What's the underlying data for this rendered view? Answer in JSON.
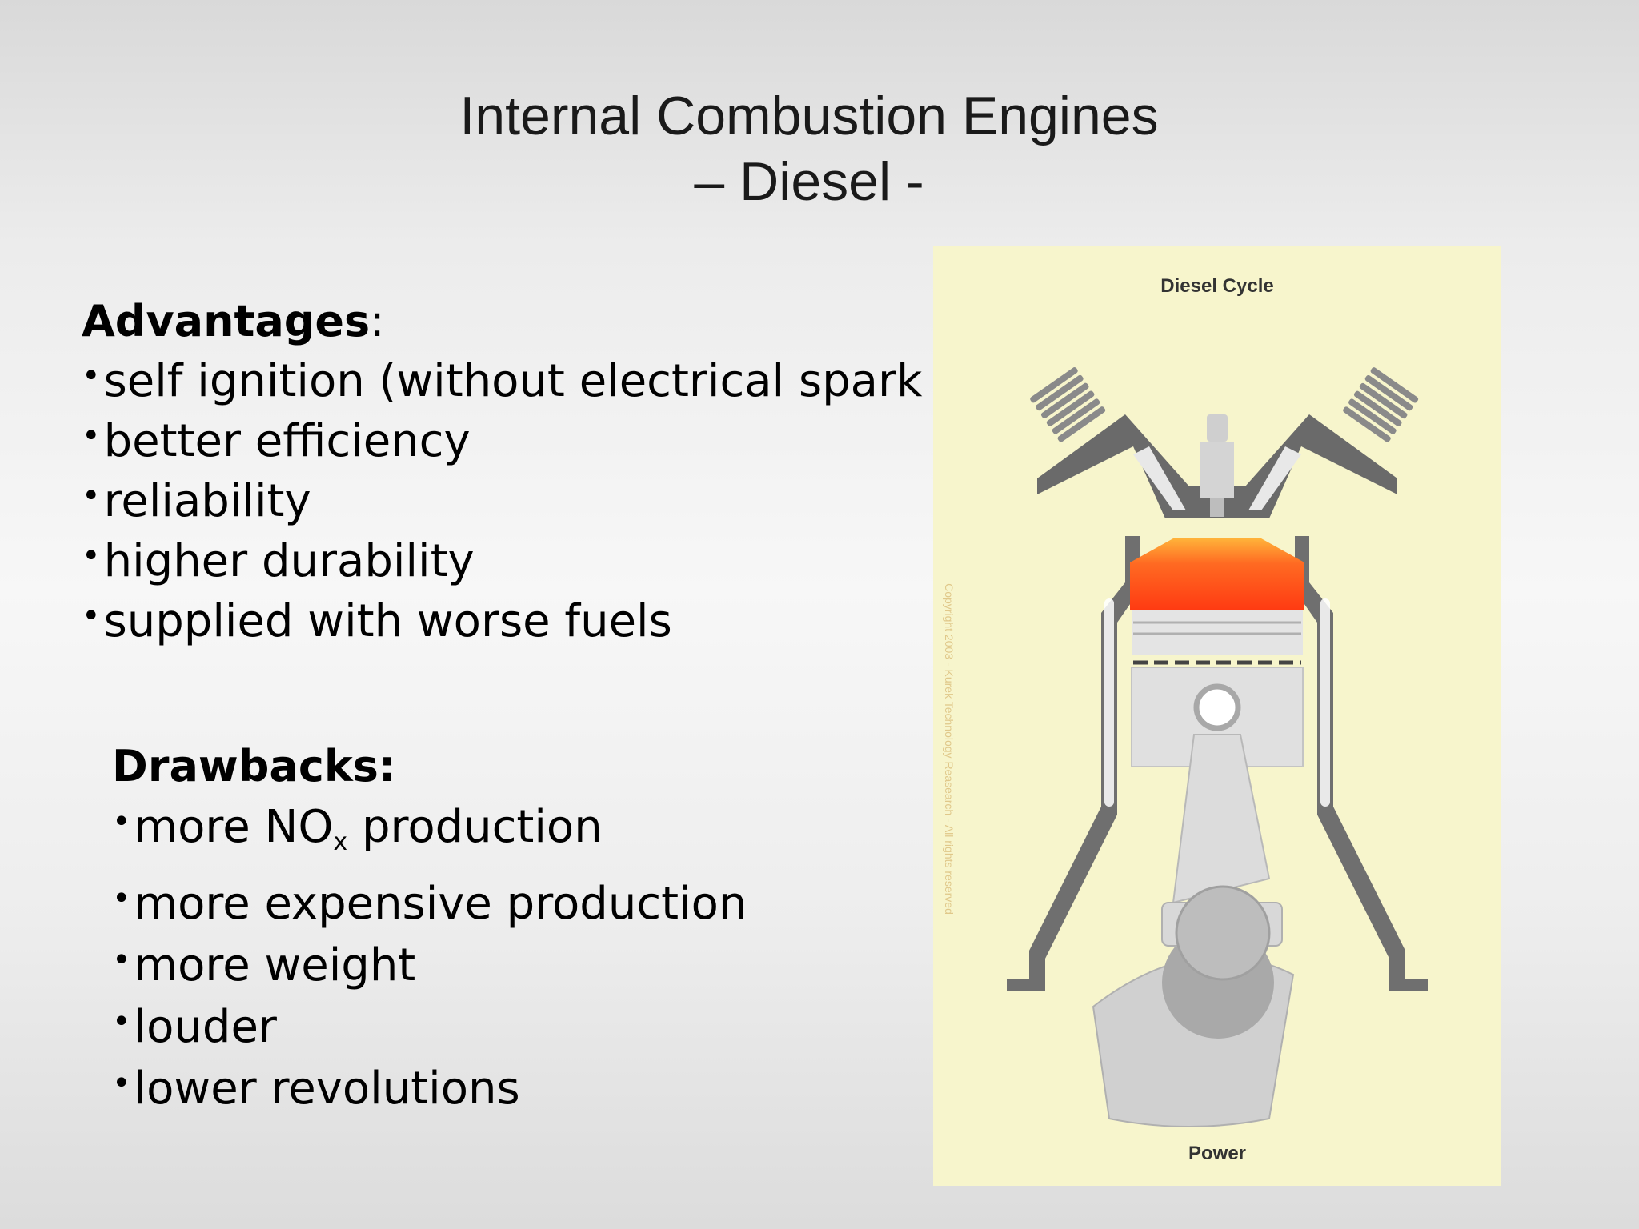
{
  "slide": {
    "title_line1": "Internal Combustion Engines",
    "title_line2": "– Diesel -"
  },
  "advantages": {
    "heading": "Advantages",
    "colon": ":",
    "items": [
      "self ignition (without electrical spark plug)",
      "better efficiency",
      "reliability",
      "higher durability",
      "supplied with worse fuels"
    ]
  },
  "drawbacks": {
    "heading": "Drawbacks:",
    "items": [
      {
        "pre": "more NO",
        "sub": "x",
        "post": " production"
      },
      {
        "text": "more expensive production"
      },
      {
        "text": "more weight"
      },
      {
        "text": "louder"
      },
      {
        "text": "lower revolutions"
      }
    ]
  },
  "figure": {
    "title": "Diesel Cycle",
    "caption": "Power",
    "copyright": "Copyright 2003 - Kurek Technology Reasearch - All rights reserved",
    "colors": {
      "background": "#f7f5cc",
      "metal_dark": "#6f6f6f",
      "metal_light": "#d6d6d6",
      "combustion_hot": "#ff4a1a",
      "combustion_warm": "#ffb33a"
    }
  }
}
